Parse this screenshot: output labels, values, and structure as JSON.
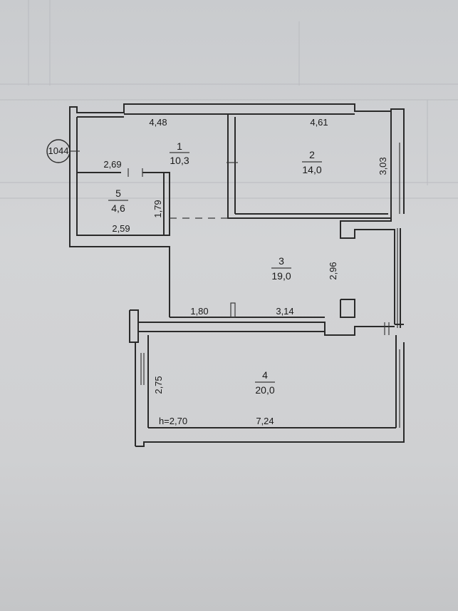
{
  "apartment_id": "1044",
  "ceiling_height": "h=2,70",
  "rooms": [
    {
      "number": "1",
      "area": "10,3"
    },
    {
      "number": "2",
      "area": "14,0"
    },
    {
      "number": "3",
      "area": "19,0"
    },
    {
      "number": "4",
      "area": "20,0"
    },
    {
      "number": "5",
      "area": "4,6"
    }
  ],
  "dimensions": {
    "room1_width": "4,48",
    "room2_width": "4,61",
    "room2_depth": "3,03",
    "room5_top": "2,69",
    "room5_bottom": "2,59",
    "room5_side": "1,79",
    "hall_depth": "2,96",
    "hall_left": "1,80",
    "hall_right": "3,14",
    "room4_side": "2,75",
    "room4_width": "7,24"
  }
}
